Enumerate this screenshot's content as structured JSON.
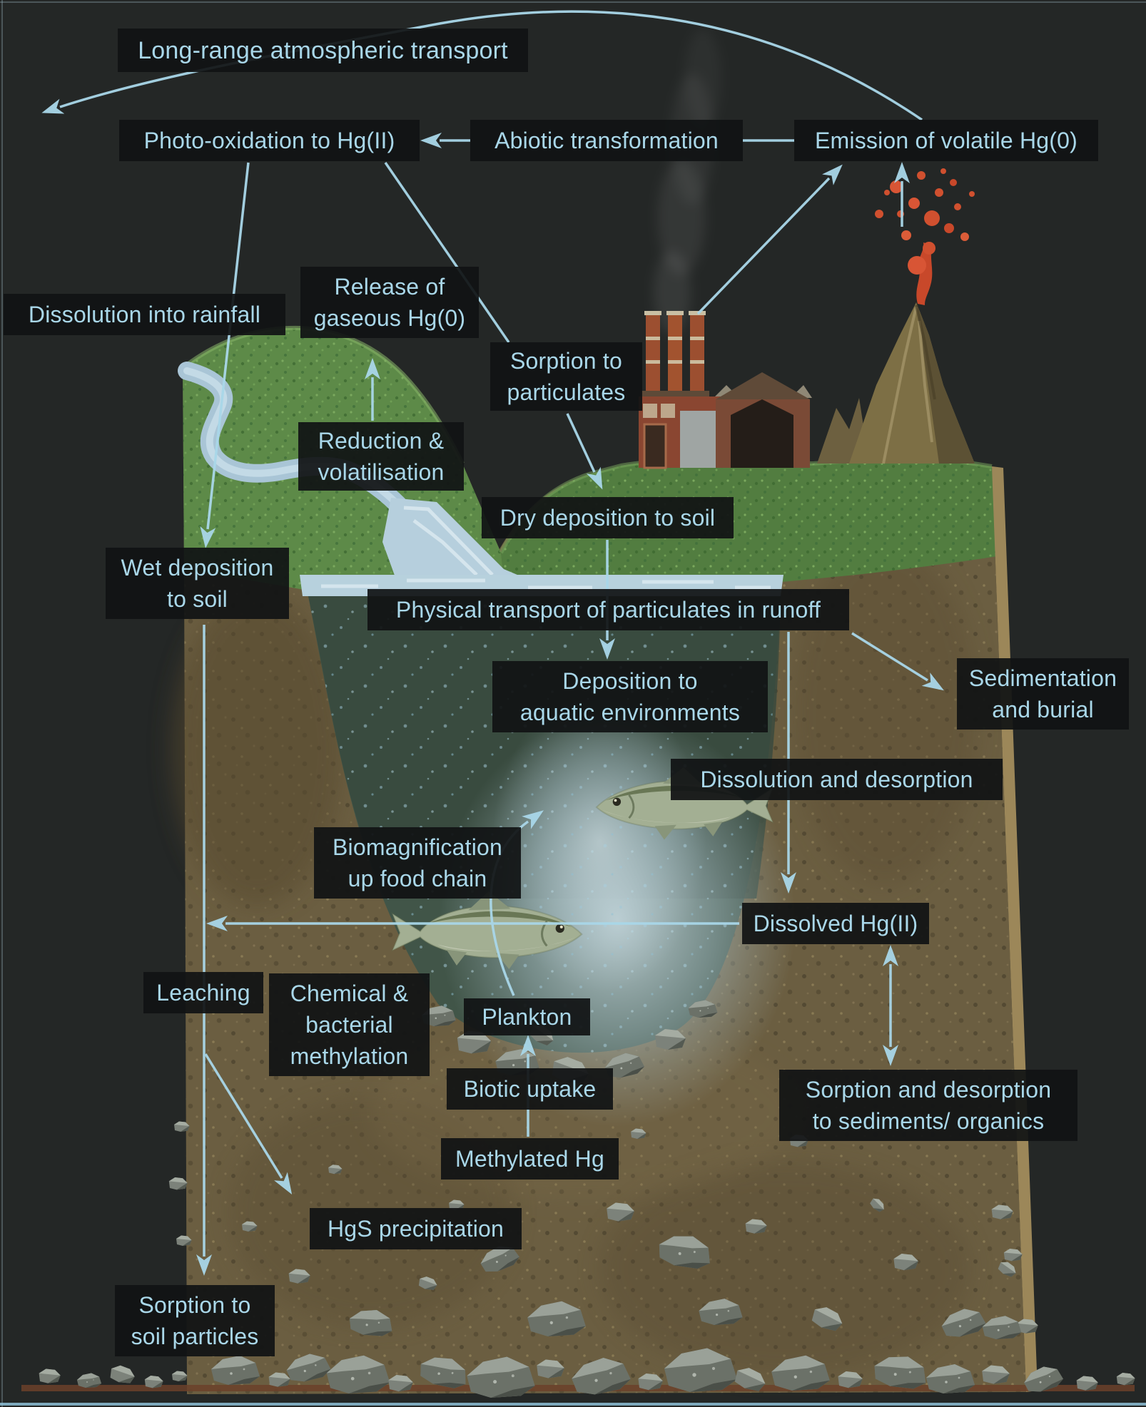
{
  "title": "Mercury environmental cycle diagram",
  "colors": {
    "background": "#242726",
    "label_background": "#141718",
    "accent_text": "#a9d7e9",
    "arrow": "#a9d7e9",
    "grass": "#5d8a48",
    "soil": "#6b5e41",
    "water": "#415548",
    "lava": "#d0502f",
    "brick": "#8c4a30",
    "rock": "#8b9288"
  },
  "labels": {
    "long_range": "Long-range atmospheric transport",
    "photo_oxidation": "Photo-oxidation to Hg(II)",
    "abiotic": "Abiotic transformation",
    "emission": "Emission of volatile Hg(0)",
    "dissolution_rainfall": "Dissolution into rainfall",
    "release_gaseous": "Release of\ngaseous Hg(0)",
    "sorption_particulates": "Sorption to\nparticulates",
    "reduction_volatilisation": "Reduction &\nvolatilisation",
    "dry_deposition": "Dry deposition to soil",
    "wet_deposition": "Wet deposition\nto soil",
    "physical_transport": "Physical transport of particulates in runoff",
    "sedimentation_burial": "Sedimentation\nand burial",
    "deposition_aquatic": "Deposition to\naquatic environments",
    "dissolution_desorption": "Dissolution and desorption",
    "biomagnification": "Biomagnification\nup food chain",
    "dissolved_hg": "Dissolved Hg(II)",
    "leaching": "Leaching",
    "chemical_methylation": "Chemical &\nbacterial\nmethylation",
    "plankton": "Plankton",
    "biotic_uptake": "Biotic uptake",
    "methylated_hg": "Methylated Hg",
    "sorption_sediments": "Sorption and desorption\nto sediments/ organics",
    "hgs_precipitation": "HgS precipitation",
    "sorption_soil": "Sorption to\nsoil particles"
  }
}
